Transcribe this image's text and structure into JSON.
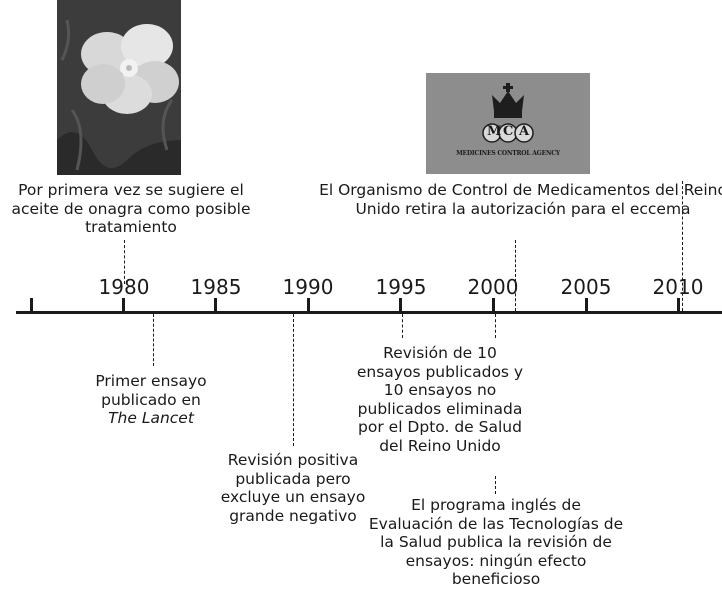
{
  "years": [
    "1980",
    "1985",
    "1990",
    "1995",
    "2000",
    "2005",
    "2010"
  ],
  "logo": {
    "initials": [
      "M",
      "C",
      "A"
    ],
    "text": "MEDICINES CONTROL AGENCY"
  },
  "events": {
    "suggested": "Por primera vez se sugiere el aceite de onagra como posible tratamiento",
    "mca_withdrawal": "El Organismo de Control de Medicamentos del Reino Unido retira la autorización para el eccema",
    "first_trial_a": "Primer ensayo publicado en",
    "first_trial_b": "The Lancet",
    "positive_review": "Revisión positiva publicada pero excluye un ensayo grande negativo",
    "review_10": "Revisión de 10 ensayos publicados y 10 ensayos no publicados eliminada por el Dpto. de Salud del Reino Unido",
    "hta": "El programa inglés de Evaluación de las Tecnologías de la Salud publica la revisión de ensayos: ningún efecto beneficioso"
  }
}
